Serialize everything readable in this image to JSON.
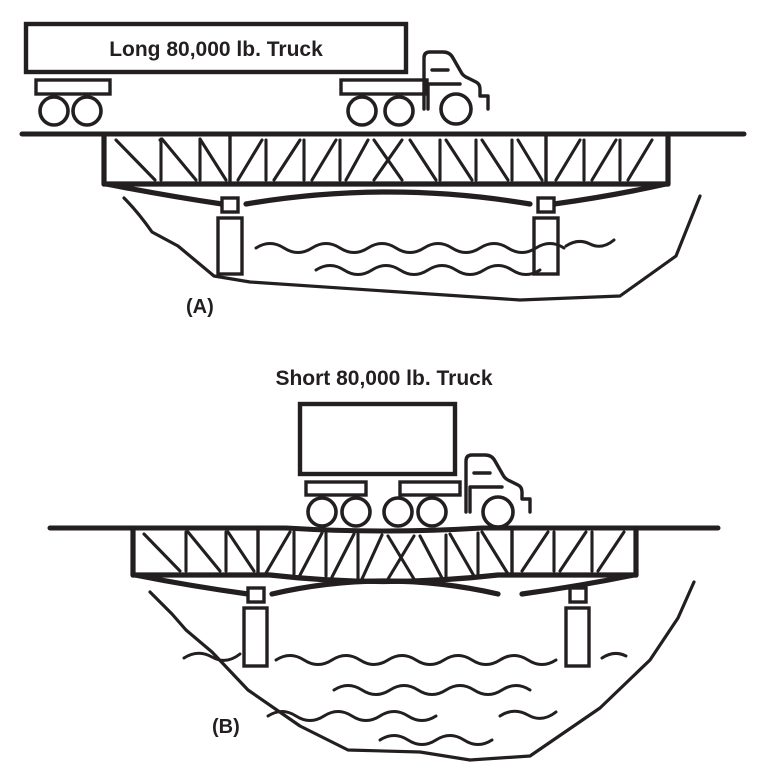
{
  "figure": {
    "title": "Bridge loading comparison diagram",
    "background_color": "#ffffff",
    "ink_color": "#231f20",
    "panel_count": 2
  },
  "panel_a": {
    "label": "(A)",
    "truck_caption": "Long 80,000 lb. Truck",
    "truck": {
      "type": "long-semi-trailer-truck",
      "weight_text": "80,000 lb.",
      "trailer_axle_groups": 2,
      "rear_group_wheels": 2,
      "front_group_wheels": 2,
      "cab_wheels": 1,
      "total_wheels_drawn": 5
    },
    "bridge": {
      "type": "through-truss-arch-bridge",
      "deck_label": "roadway-deck",
      "pier_count": 2,
      "truss_x_brace_count": 1,
      "arch_spans": 3
    },
    "terrain": {
      "feature": "river-valley",
      "water_wave_lines": 2,
      "bank_sides": 2
    }
  },
  "panel_b": {
    "label": "(B)",
    "truck_caption": "Short 80,000 lb. Truck",
    "truck": {
      "type": "short-semi-trailer-truck",
      "weight_text": "80,000 lb.",
      "trailer_axle_groups": 2,
      "rear_group_wheels": 2,
      "front_group_wheels": 2,
      "cab_wheels": 1,
      "total_wheels_drawn": 5
    },
    "bridge": {
      "type": "through-truss-arch-bridge",
      "deck_label": "roadway-deck",
      "pier_count": 2,
      "truss_x_brace_count": 1,
      "arch_spans": 3
    },
    "terrain": {
      "feature": "river-valley",
      "water_wave_lines": 5,
      "bank_sides": 2
    }
  }
}
